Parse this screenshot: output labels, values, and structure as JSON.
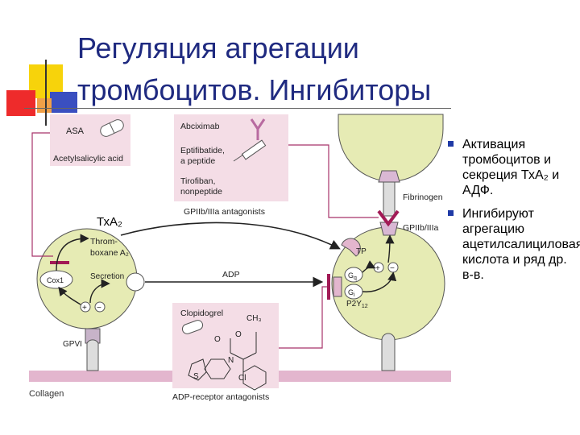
{
  "slide": {
    "title_line1": "Регуляция агрегации",
    "title_line2": "тромбоцитов. Ингибиторы",
    "bullets": [
      "Активация тромбоцитов и секреция ТхА₂ и АДФ.",
      "Ингибируют агрегацию ацетилсалициловая кислота и ряд др. в-в."
    ],
    "overlay_label": "ТхА₂"
  },
  "diagram": {
    "asa_box": {
      "abbrev": "ASA",
      "name": "Acetylsalicylic acid"
    },
    "gp_box": {
      "abciximab": "Abciximab",
      "eptifibatide_1": "Eptifibatide,",
      "eptifibatide_2": "a peptide",
      "tirofiban_1": "Tirofiban,",
      "tirofiban_2": "nonpeptide",
      "caption": "GPIIb/IIIa antagonists"
    },
    "clopidogrel_box": {
      "name": "Clopidogrel",
      "ch3": "CH₃",
      "o": "O",
      "oo": "O",
      "n": "N",
      "s": "S",
      "cl": "Cl",
      "caption": "ADP-receptor antagonists"
    },
    "left_platelet": {
      "cox1": "Cox1",
      "secretion": "Secretion",
      "thromboxane_1": "Throm-",
      "thromboxane_2": "boxane A₂",
      "gpvi": "GPVI",
      "plus": "+",
      "minus": "−"
    },
    "right_platelet": {
      "tp": "TP",
      "gq": "G",
      "gq_sub": "q",
      "gi": "G",
      "gi_sub": "i",
      "p2y12": "P2Y",
      "p2y12_sub": "12",
      "fibrinogen": "Fibrinogen",
      "gpiibiiia": "GPIIb/IIIa",
      "plus": "+",
      "minus": "−"
    },
    "adp": "ADP",
    "collagen": "Collagen"
  },
  "colors": {
    "title": "#1f2a80",
    "platelet": "#e6ebb4",
    "box_fill": "#f4dde6",
    "membrane": "#e3b6ce",
    "pathway": "#a8336a",
    "inhibitor_bar": "#a21a56",
    "bullet": "#1f3aa6",
    "deco_yellow": "#f7d30b",
    "deco_red": "#ee2b2b",
    "deco_blue": "#3a4fc0"
  }
}
